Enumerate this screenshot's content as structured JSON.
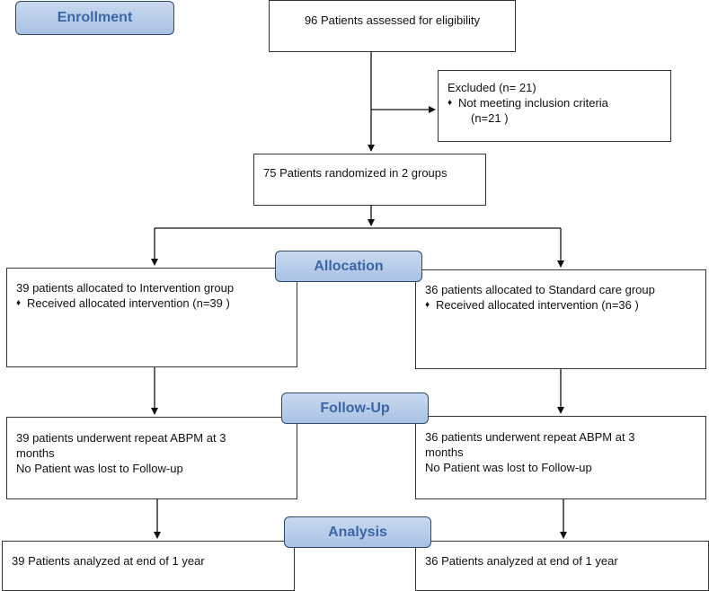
{
  "stages": {
    "enrollment": "Enrollment",
    "allocation": "Allocation",
    "followup": "Follow-Up",
    "analysis": "Analysis"
  },
  "assessed": "96 Patients assessed for eligibility",
  "excluded": {
    "title": "Excluded (n= 21)",
    "bullet_marker": "♦",
    "reason": "Not meeting inclusion criteria",
    "count": "(n=21  )"
  },
  "randomized": "75 Patients randomized in 2 groups",
  "intervention": {
    "allocated": "39 patients allocated to Intervention group",
    "bullet_marker": "♦",
    "received": "Received allocated intervention (n=39 )",
    "followup_line1": "39 patients underwent repeat ABPM at 3",
    "followup_line2": "months",
    "followup_line3": "No Patient was lost to Follow-up",
    "analysis": "39 Patients analyzed at end of 1 year"
  },
  "standard": {
    "allocated": "36 patients allocated to Standard care group",
    "bullet_marker": "♦",
    "received": "Received allocated intervention (n=36  )",
    "followup_line1": "36 patients underwent repeat ABPM at 3",
    "followup_line2": "months",
    "followup_line3": "No Patient was lost to Follow-up",
    "analysis": "36 Patients analyzed at end of 1 year"
  }
}
